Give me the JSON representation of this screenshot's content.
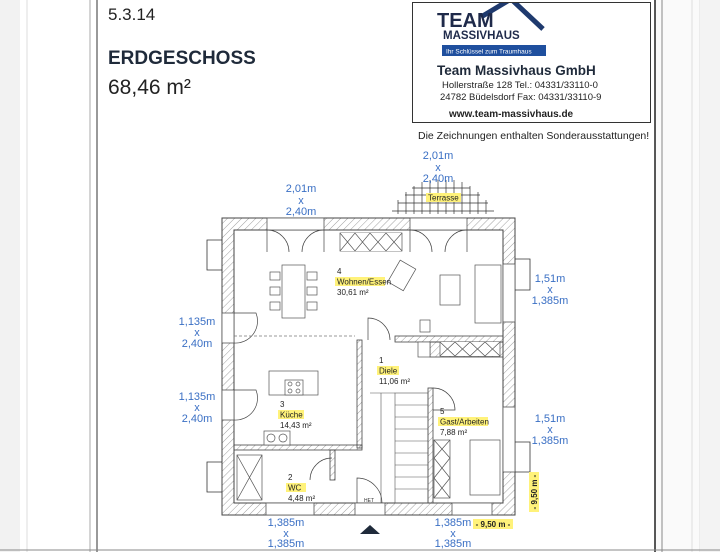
{
  "header": {
    "date": "5.3.14",
    "floor_title": "ERDGESCHOSS",
    "floor_area": "68,46 m²"
  },
  "company": {
    "logo_line1": "TEAM",
    "logo_line2": "MASSIVHAUS",
    "slogan": "Ihr Schlüssel zum Traumhaus",
    "name": "Team Massivhaus GmbH",
    "address_line1": "Hollerstraße 128   Tel.: 04331/33110-0",
    "address_line2": "24782 Büdelsdorf  Fax: 04331/33110-9",
    "website": "www.team-massivhaus.de",
    "brand_color": "#1f3a6e"
  },
  "note": "Die Zeichnungen enthalten Sonderausstattungen!",
  "rooms": [
    {
      "number": "4",
      "name": "Wohnen/Essen",
      "area": "30,61 m²"
    },
    {
      "number": "1",
      "name": "Diele",
      "area": "11,06 m²"
    },
    {
      "number": "3",
      "name": "Küche",
      "area": "14,43 m²"
    },
    {
      "number": "5",
      "name": "Gast/Arbeiten",
      "area": "7,88 m²"
    },
    {
      "number": "2",
      "name": "WC",
      "area": "4,48 m²"
    }
  ],
  "terrace": "Terrasse",
  "entry": "HET",
  "dimensions": {
    "terrace_window": [
      "2,01m",
      "x",
      "2,40m"
    ],
    "top_window": [
      "2,01m",
      "x",
      "2,40m"
    ],
    "left_window_1": [
      "1,135m",
      "x",
      "2,40m"
    ],
    "left_window_2": [
      "1,135m",
      "x",
      "2,40m"
    ],
    "right_window_1": [
      "1,51m",
      "x",
      "1,385m"
    ],
    "right_window_2": [
      "1,51m",
      "x",
      "1,385m"
    ],
    "bottom_window_1": [
      "1,385m",
      "x",
      "1,385m"
    ],
    "bottom_window_2": [
      "1,385m",
      "x",
      "1,385m"
    ],
    "width_total": "- 9,50 m -",
    "depth_total": "- 9,50 m -"
  },
  "colors": {
    "dimension": "#3a6fc4",
    "highlight": "#fff27a",
    "wall": "#555555"
  }
}
